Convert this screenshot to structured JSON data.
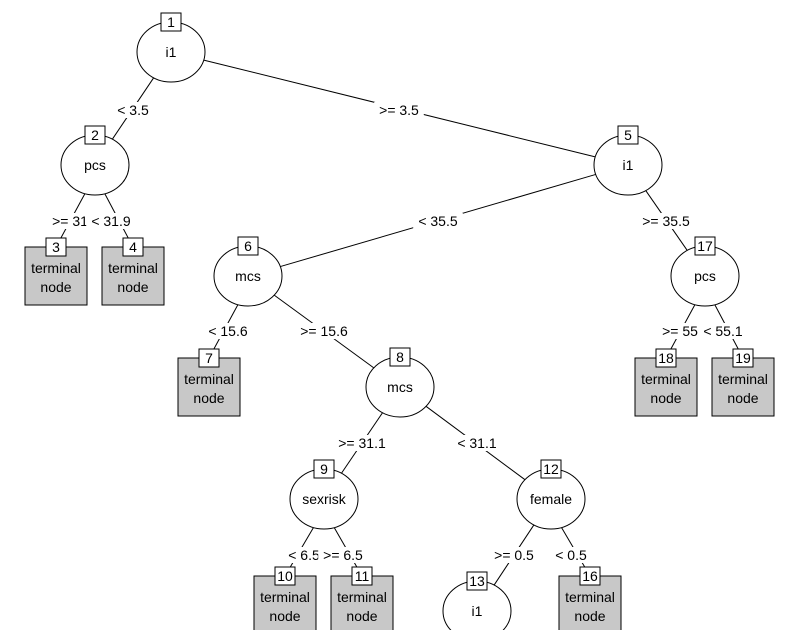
{
  "nodes": [
    {
      "id": "1",
      "type": "inner",
      "label": "i1"
    },
    {
      "id": "2",
      "type": "inner",
      "label": "pcs"
    },
    {
      "id": "3",
      "type": "terminal",
      "label1": "terminal",
      "label2": "node"
    },
    {
      "id": "4",
      "type": "terminal",
      "label1": "terminal",
      "label2": "node"
    },
    {
      "id": "5",
      "type": "inner",
      "label": "i1"
    },
    {
      "id": "6",
      "type": "inner",
      "label": "mcs"
    },
    {
      "id": "7",
      "type": "terminal",
      "label1": "terminal",
      "label2": "node"
    },
    {
      "id": "8",
      "type": "inner",
      "label": "mcs"
    },
    {
      "id": "9",
      "type": "inner",
      "label": "sexrisk"
    },
    {
      "id": "10",
      "type": "terminal",
      "label1": "terminal",
      "label2": "node"
    },
    {
      "id": "11",
      "type": "terminal",
      "label1": "terminal",
      "label2": "node"
    },
    {
      "id": "12",
      "type": "inner",
      "label": "female"
    },
    {
      "id": "13",
      "type": "inner",
      "label": "i1"
    },
    {
      "id": "16",
      "type": "terminal",
      "label1": "terminal",
      "label2": "node"
    },
    {
      "id": "17",
      "type": "inner",
      "label": "pcs"
    },
    {
      "id": "18",
      "type": "terminal",
      "label1": "terminal",
      "label2": "node"
    },
    {
      "id": "19",
      "type": "terminal",
      "label1": "terminal",
      "label2": "node"
    }
  ],
  "edges": [
    {
      "from": "1",
      "to": "2",
      "label": "< 3.5"
    },
    {
      "from": "1",
      "to": "5",
      "label": ">= 3.5"
    },
    {
      "from": "2",
      "to": "3",
      "label": ">= 31"
    },
    {
      "from": "2",
      "to": "4",
      "label": "< 31.9"
    },
    {
      "from": "5",
      "to": "6",
      "label": "< 35.5"
    },
    {
      "from": "5",
      "to": "17",
      "label": ">= 35.5"
    },
    {
      "from": "6",
      "to": "7",
      "label": "< 15.6"
    },
    {
      "from": "6",
      "to": "8",
      "label": ">= 15.6"
    },
    {
      "from": "8",
      "to": "9",
      "label": ">= 31.1"
    },
    {
      "from": "8",
      "to": "12",
      "label": "< 31.1"
    },
    {
      "from": "9",
      "to": "10",
      "label": "< 6.5"
    },
    {
      "from": "9",
      "to": "11",
      "label": ">= 6.5"
    },
    {
      "from": "12",
      "to": "13",
      "label": ">= 0.5"
    },
    {
      "from": "12",
      "to": "16",
      "label": "< 0.5"
    },
    {
      "from": "17",
      "to": "18",
      "label": ">= 55"
    },
    {
      "from": "17",
      "to": "19",
      "label": "< 55.1"
    }
  ]
}
